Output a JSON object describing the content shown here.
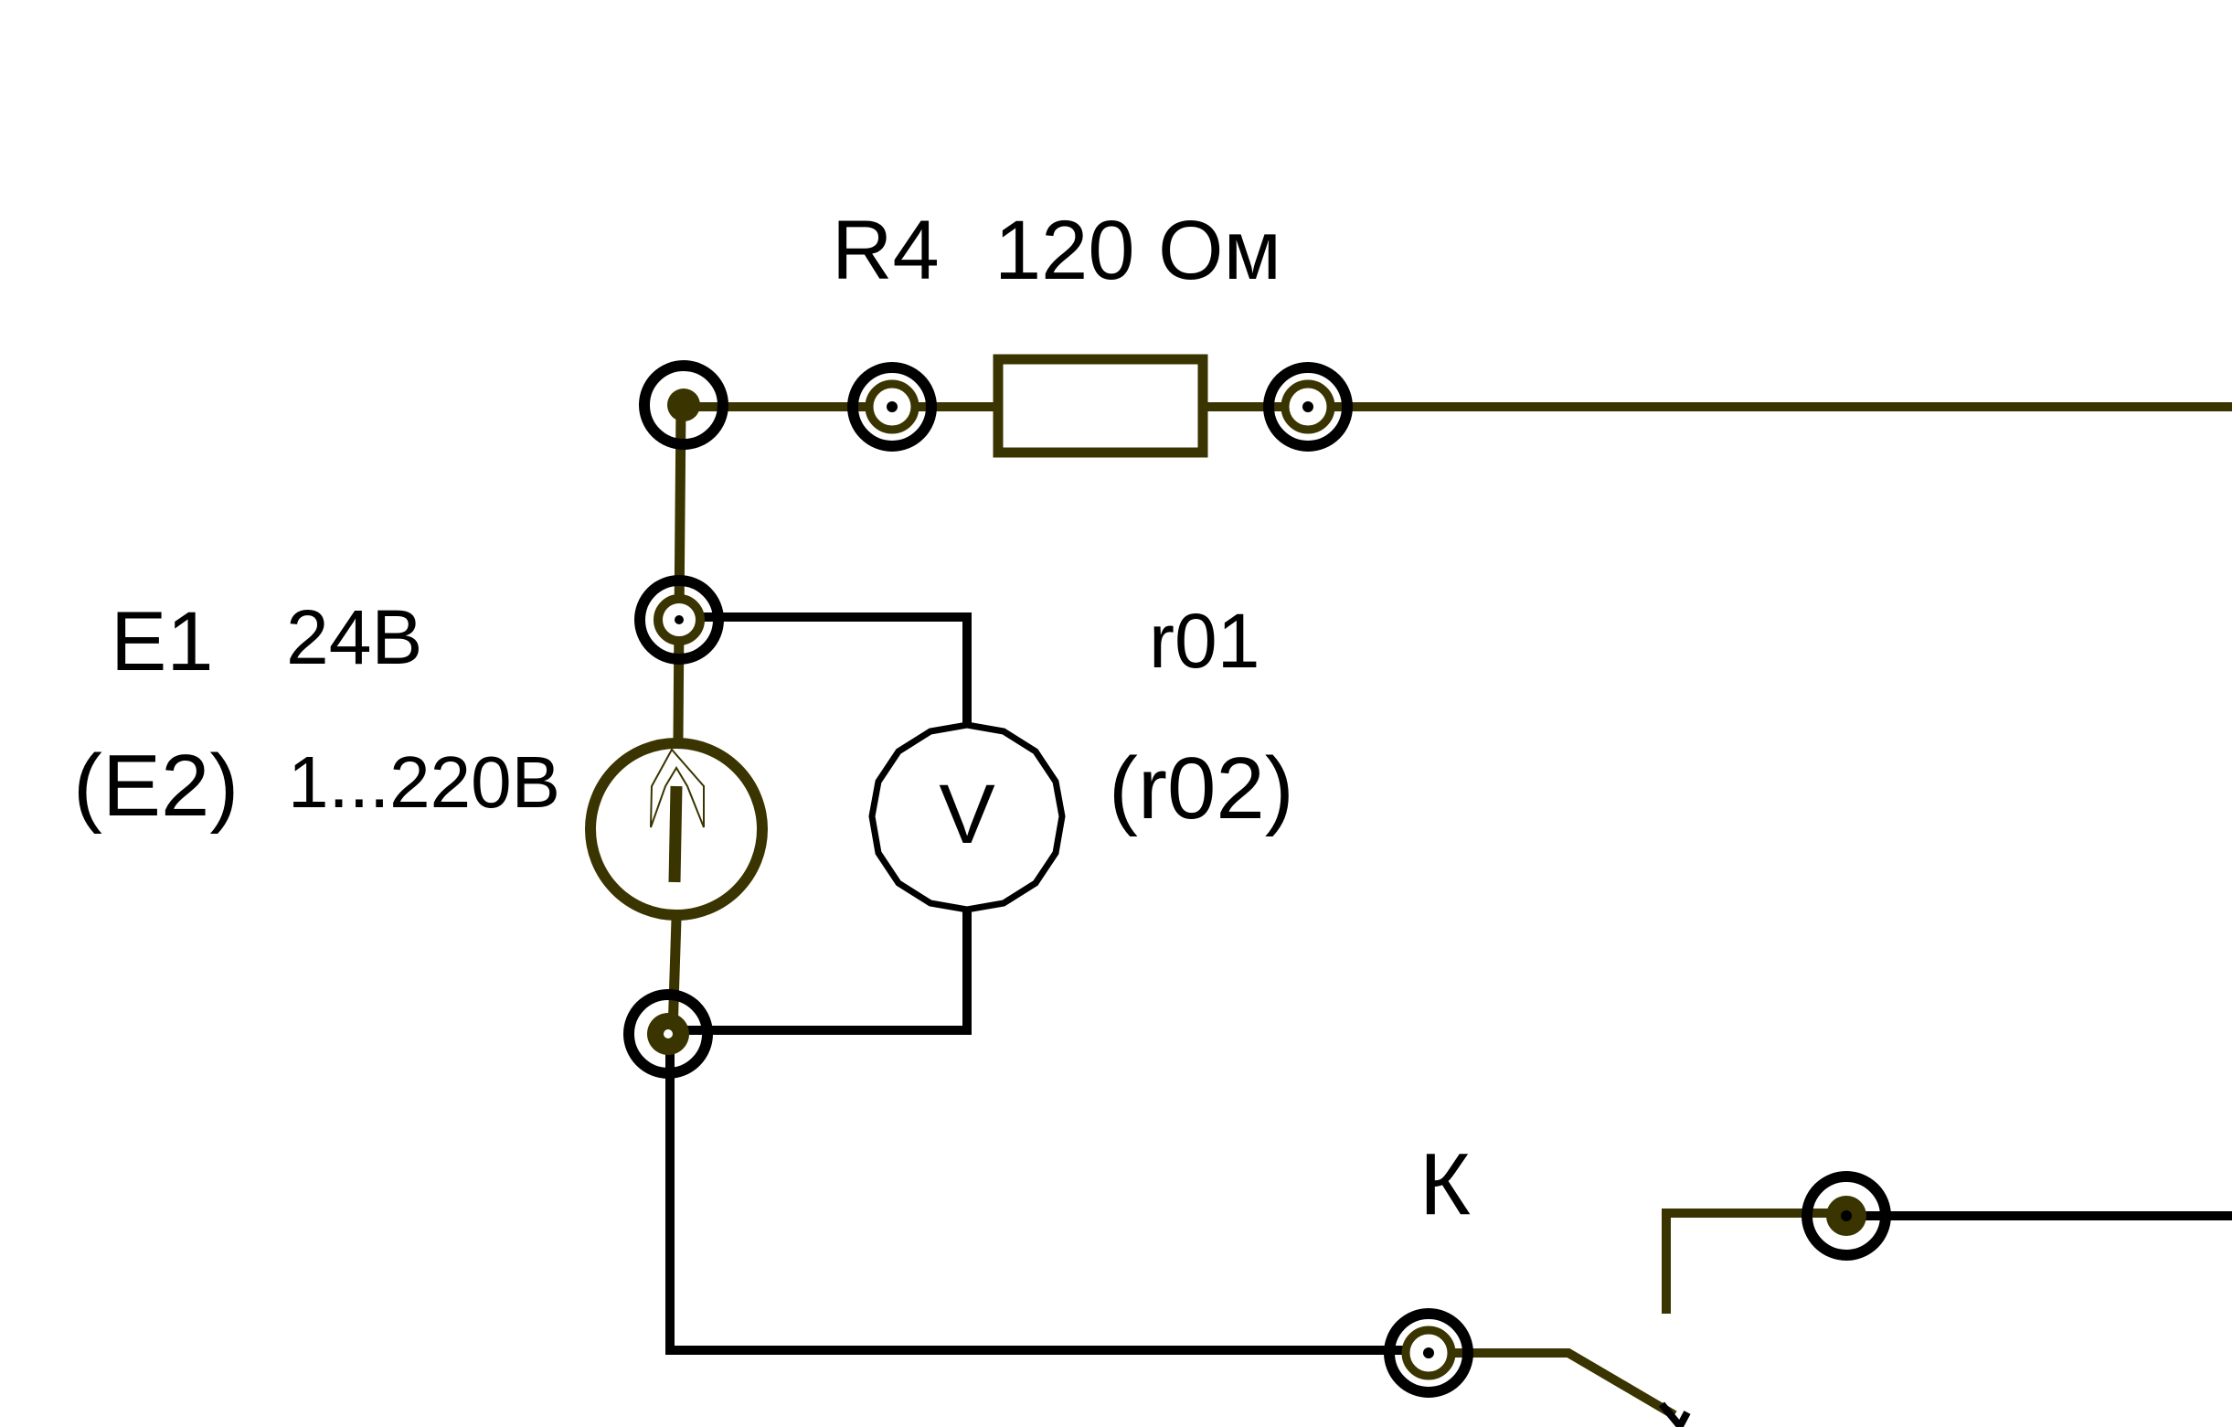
{
  "labels": {
    "resistor_name": "R4",
    "resistor_value": "120 Ом",
    "source_name": "E1",
    "source_voltage": "24В",
    "source_alt_name": "(E2)",
    "source_alt_voltage": "1...220В",
    "internal_resistance": "r01",
    "internal_resistance_alt": "(r02)",
    "voltmeter_symbol": "V",
    "switch_name": "К"
  },
  "colors": {
    "wire_olive": "#3a3400",
    "wire_black": "#000000",
    "background": "#ffffff"
  }
}
